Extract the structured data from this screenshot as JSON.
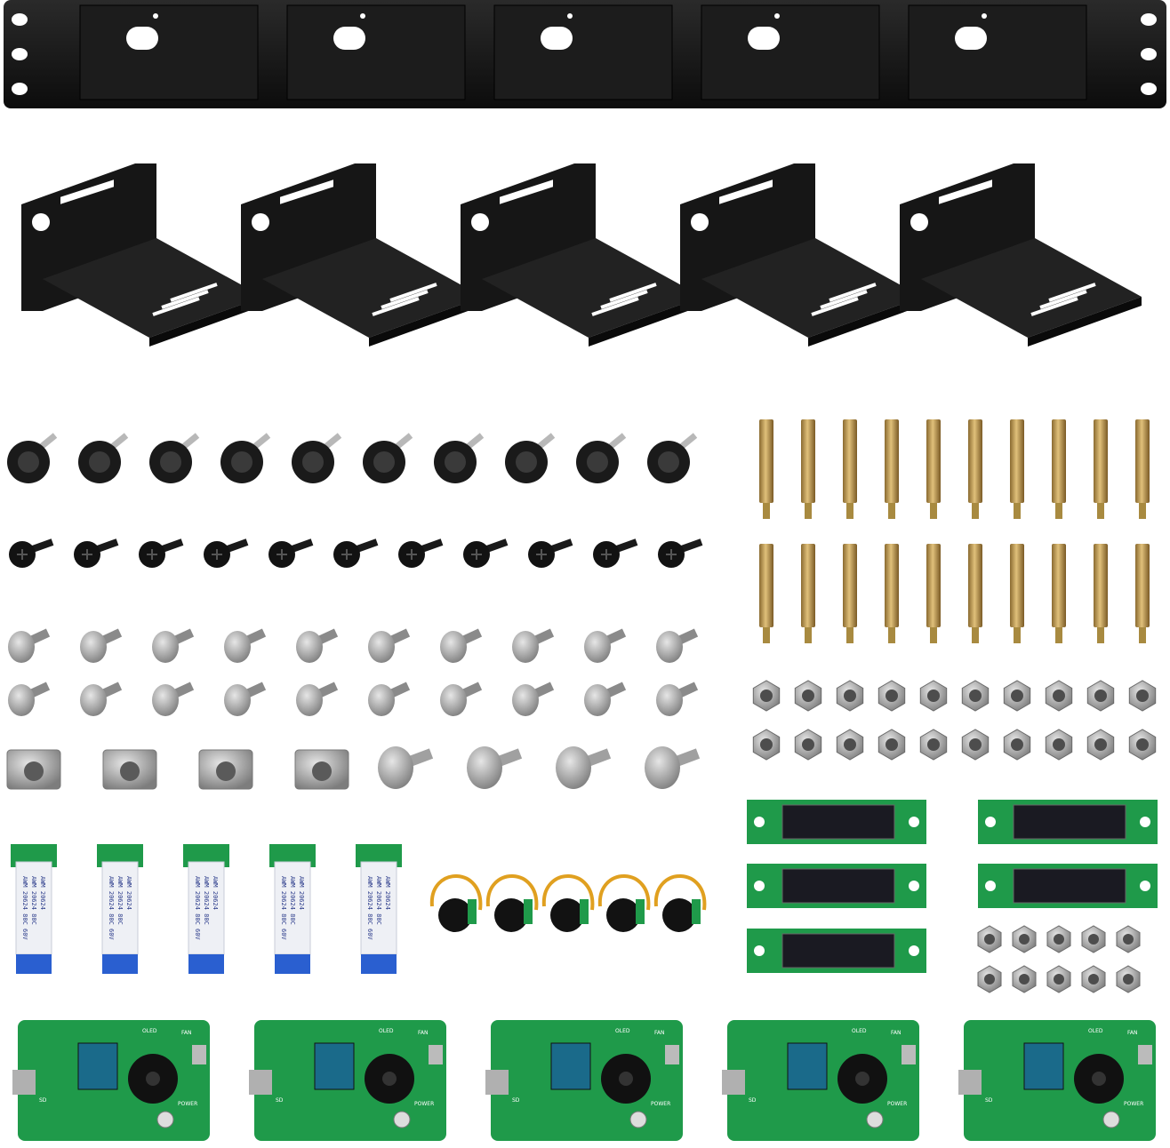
{
  "scene": {
    "subject": "rack-mount-kit-parts",
    "background": "#ffffff",
    "colors": {
      "black_metal": "#141414",
      "brass": "#c9a45a",
      "steel": "#9a9a9a",
      "pcb_green": "#1f9a4a",
      "cable_blue": "#2a5fd0"
    }
  },
  "cable_prints": [
    "AWM 20624 80C 60V",
    "AWM 20624 80C",
    "AWM 20624"
  ],
  "pcb_prints": {
    "oled": "OLED",
    "fan": "FAN",
    "sd": "SD",
    "power": "POWER"
  },
  "counts": {
    "rack_panel": 1,
    "trays": 5,
    "thumb_screws": 10,
    "black_screws": 11,
    "silver_screws": 20,
    "brass_standoffs": 20,
    "hex_nuts_large": 20,
    "cage_nuts": 4,
    "pan_screws": 4,
    "ribbon_cables": 5,
    "buttons": 5,
    "oled_displays": 5,
    "hex_nuts_small": 10,
    "pcbs": 5
  }
}
